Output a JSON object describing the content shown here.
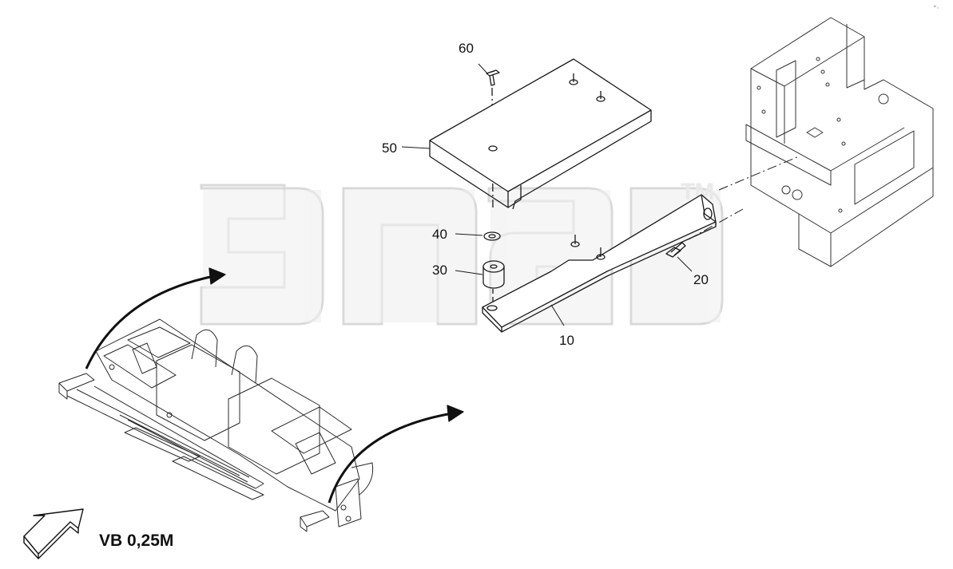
{
  "callouts": {
    "c10": "10",
    "c20": "20",
    "c30": "30",
    "c40": "40",
    "c50": "50",
    "c60": "60"
  },
  "caption": "VB 0,25M",
  "watermark": {
    "mark": "TM",
    "color": "#e6e6e6"
  },
  "colors": {
    "line": "#1a1a1a",
    "background": "#ffffff"
  },
  "icons": {
    "view_direction": "view-direction-arrow-icon",
    "detail_arrows": "curved-arrow-icon"
  }
}
